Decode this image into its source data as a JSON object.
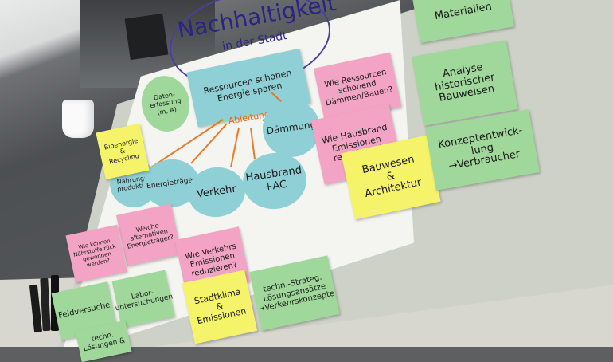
{
  "title": "Nachhaltigkeit in der Stadt",
  "title_line1": "Nachhaltigkeit",
  "title_line2": "in der Stadt",
  "center_note": "Ressourcen schonen   Energie sparen",
  "center_label": "Ableitung",
  "ellipses": {
    "daten": "Daten-\nerfassung\n(m, A)",
    "nahrung": "Nahrungs-\nproduktion",
    "energie": "Energieträger",
    "verkehr": "Verkehr",
    "hausbrand": "Hausbrand\n+AC",
    "daemmung": "Dämmung"
  },
  "notes": {
    "bioenergie": "Bioenergie\n&\nRecycling",
    "ressourcen_frage": "Wie Ressourcen\nschonend\nDämmen/Bauen?",
    "hausbrand_frage": "Wie Hausbrand\nEmissionen\nreduzieren?",
    "bauwesen": "Bauwesen\n&\nArchitektur",
    "energietraeger_frage": "Welche alternativen\nEnergieträger?",
    "naehrstoffe_frage": "Wie können\nNährstoffe rück-\ngewonnen werden?",
    "verkehr_frage": "Wie Verkehrs\nEmissionen\nreduzieren?",
    "laborversuche": "Labor-\nuntersuchungen",
    "feldversuche": "Feldversuche",
    "stadtklima": "Stadtklima\n&\nEmissionen",
    "techn_strateg": "techn.-Strateg.\nLösungsansätze\n→Verkehrskonzepte",
    "techn_loesungen": "techn.\nLösungen &",
    "materialien": "Materialien",
    "analyse": "Analyse\nhistorischer\nBauweisen",
    "konzepte": "Konzeptentwick-\nlung\n→Verbraucher"
  },
  "colors": {
    "green": "#9fd89a",
    "pink": "#f3a4c4",
    "yellow": "#f4f36a",
    "blue": "#8fd0d6",
    "paper": "#f2f2ee",
    "board": "#c9cdc4"
  }
}
